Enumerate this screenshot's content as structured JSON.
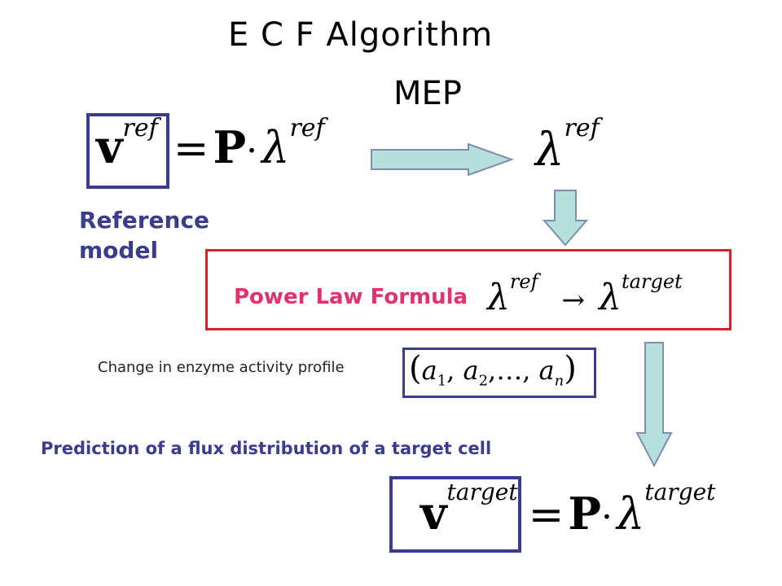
{
  "title": "E C F  Algorithm",
  "mep": "MEP",
  "reference_label_line1": "Reference",
  "reference_label_line2": "model",
  "power_law_label": "Power Law Formula",
  "change_label": "Change in enzyme activity profile",
  "prediction_label": "Prediction of a flux distribution of a target cell",
  "symbols": {
    "v": "v",
    "equals": "=",
    "P": "P",
    "dot": "·",
    "lambda": "λ",
    "arrow_to": "→",
    "ref": "ref",
    "target": "target",
    "lparen": "(",
    "rparen": ")",
    "a": "a",
    "sub1": "1",
    "sub2": "2",
    "subn": "n",
    "comma": ",",
    "ellipsis": "…"
  },
  "colors": {
    "blue_text": "#3c3c8f",
    "pink_text": "#e0336b",
    "red_border": "#d2232a",
    "arrow_fill": "#b7e0dc"
  }
}
